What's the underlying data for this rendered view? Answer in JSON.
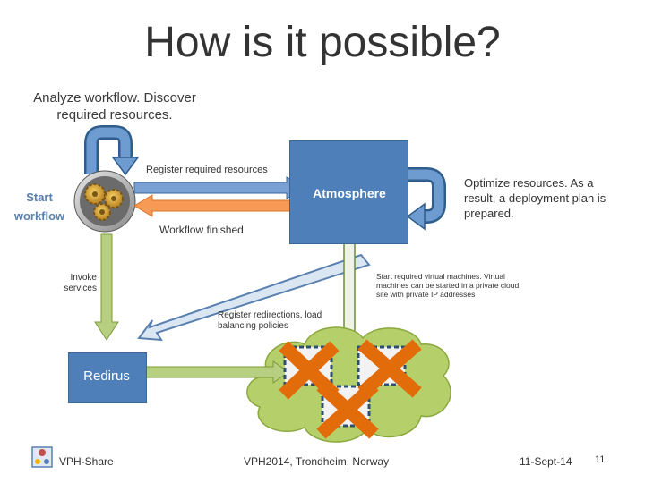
{
  "slide": {
    "title": "How is it possible?",
    "subtitle": "Analyze workflow. Discover required resources."
  },
  "nodes": {
    "start_workflow": "Start workflow",
    "atmosphere": "Atmosphere",
    "redirus": "Redirus"
  },
  "labels": {
    "register_resources": "Register required resources",
    "workflow_finished": "Workflow finished",
    "optimize": "Optimize resources. As a result, a deployment plan is prepared.",
    "invoke_services": "Invoke services",
    "start_vms": "Start required virtual machines. Virtual machines can be started in a private cloud site with private IP addresses",
    "register_redirections": "Register redirections, load balancing policies"
  },
  "footer": {
    "brand": "VPH-Share",
    "venue": "VPH2014, Trondheim, Norway",
    "date": "11-Sept-14",
    "page": "11"
  },
  "colors": {
    "box": "#4f7fb8",
    "arrow_blue": "#4f7fb8",
    "arrow_orange": "#f79a55",
    "arrow_green": "#9bbb59",
    "cloud": "#b5cf6b",
    "cross": "#e36c0a",
    "start_text": "#5a80b0"
  },
  "icons": [
    "gears-icon",
    "cycle-arrow-icon",
    "cross-icon",
    "vm-icon",
    "vph-share-logo-icon"
  ]
}
